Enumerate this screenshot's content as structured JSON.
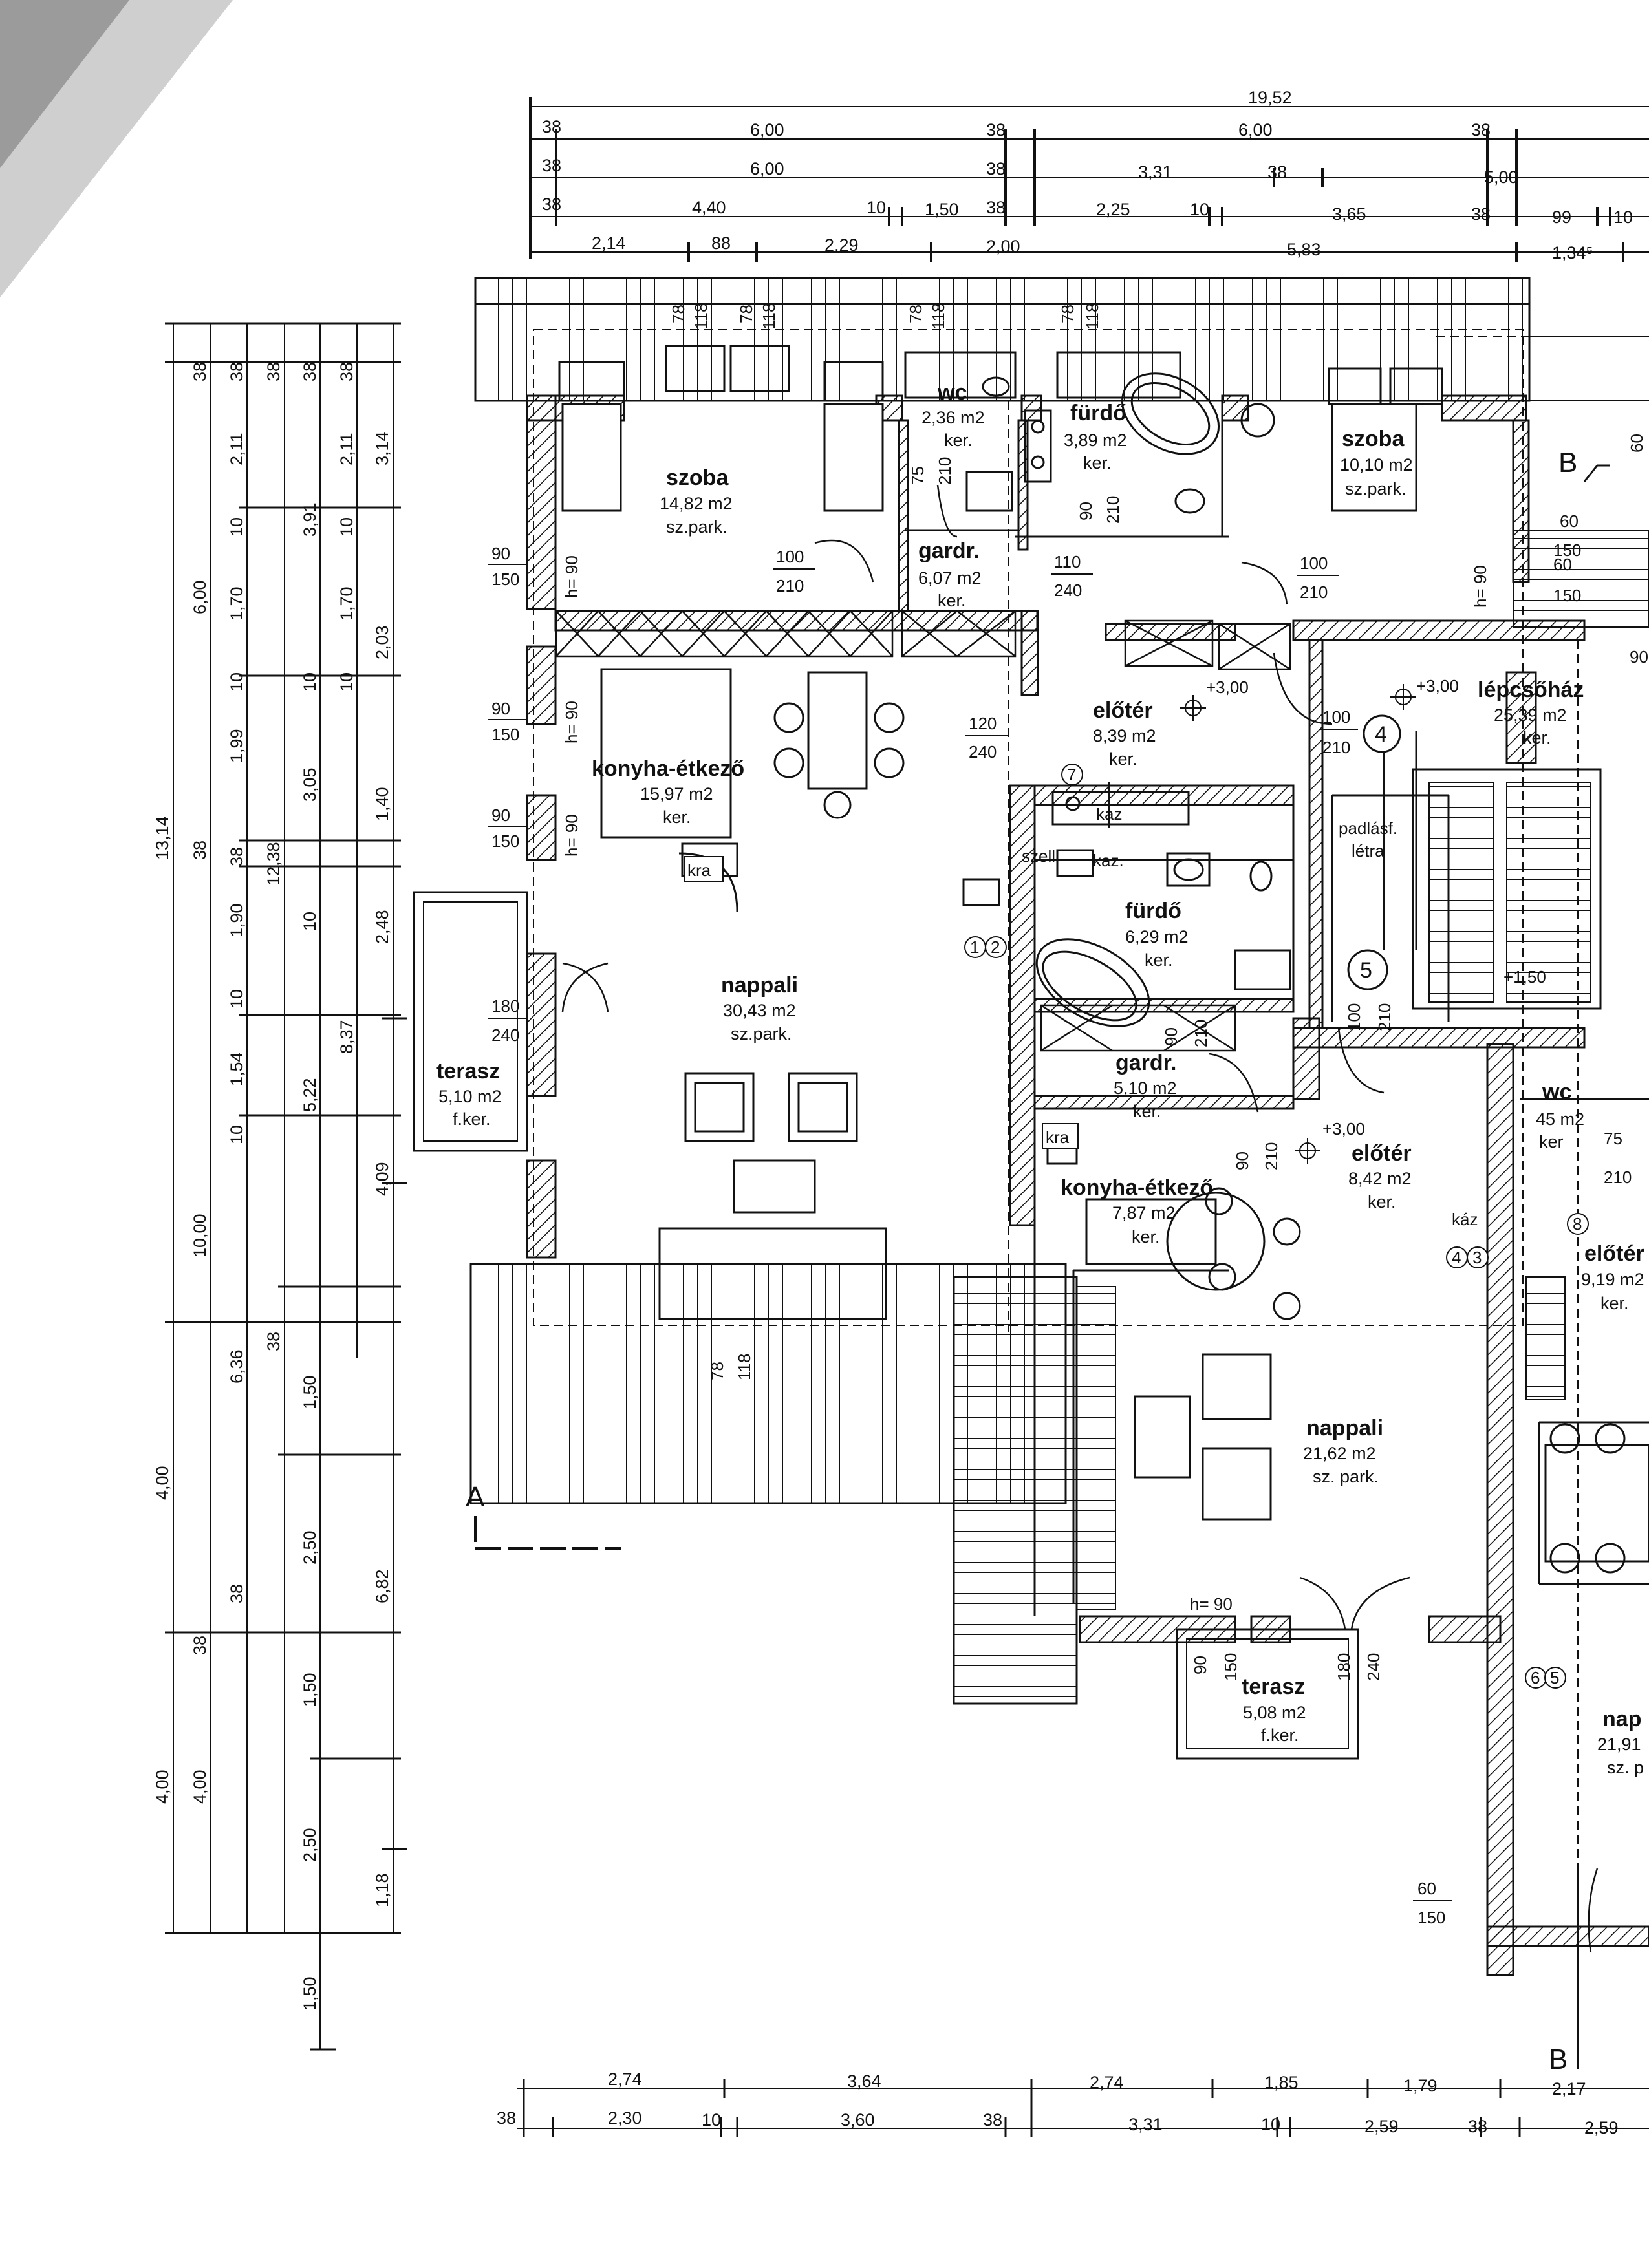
{
  "dimensions": {
    "top_total": "19,52",
    "top_row1": [
      "38",
      "6,00",
      "38",
      "6,00",
      "38"
    ],
    "top_row2": [
      "38",
      "6,00",
      "38",
      "3,31",
      "38",
      "5,00"
    ],
    "top_row3": [
      "38",
      "4,40",
      "10",
      "1,50",
      "38",
      "2,25",
      "10",
      "3,65",
      "38",
      "99",
      "10"
    ],
    "top_row4": [
      "2,14",
      "88",
      "2,29",
      "2,00",
      "5,83",
      "1,34⁵"
    ],
    "bottom_row1": [
      "2,74",
      "3,64",
      "2,74",
      "1,85",
      "1,79",
      "2,17"
    ],
    "bottom_row2": [
      "38",
      "2,30",
      "10",
      "3,60",
      "38",
      "3,31",
      "10",
      "2,59",
      "38",
      "2,59"
    ],
    "left_col1": [
      "6,00",
      "13,14",
      "10,00",
      "4,00",
      "4,00"
    ],
    "left_col2": [
      "38",
      "38",
      "6,36",
      "38",
      "4,00"
    ],
    "left_col3": [
      "38",
      "2,11",
      "10",
      "1,70",
      "10",
      "1,99",
      "38",
      "1,90",
      "10",
      "1,54",
      "10",
      "38"
    ],
    "left_col4": [
      "38",
      "12,38",
      "1,50",
      "2,50",
      "1,50",
      "2,50",
      "1,50"
    ],
    "left_col5": [
      "38",
      "3,91",
      "10",
      "3,05",
      "10",
      "5,22",
      "38"
    ],
    "left_col6": [
      "38",
      "2,11",
      "10",
      "1,70",
      "10",
      "8,37"
    ],
    "left_col7": [
      "3,14",
      "2,03",
      "1,40",
      "2,48",
      "4,09",
      "6,82",
      "1,18"
    ]
  },
  "rooms": [
    {
      "name": "szoba",
      "area": "14,82 m2",
      "floor": "sz.park."
    },
    {
      "name": "wc",
      "area": "2,36 m2",
      "floor": "ker."
    },
    {
      "name": "fürdő",
      "area": "3,89 m2",
      "floor": "ker."
    },
    {
      "name": "szoba",
      "area": "10,10 m2",
      "floor": "sz.park."
    },
    {
      "name": "gardr.",
      "area": "6,07 m2",
      "floor": "ker."
    },
    {
      "name": "előtér",
      "area": "8,39 m2",
      "floor": "ker."
    },
    {
      "name": "lépcsőház",
      "area": "25,39 m2",
      "floor": "ker."
    },
    {
      "name": "konyha-étkező",
      "area": "15,97 m2",
      "floor": "ker."
    },
    {
      "name": "fürdő",
      "area": "6,29 m2",
      "floor": "ker."
    },
    {
      "name": "nappali",
      "area": "30,43 m2",
      "floor": "sz.park."
    },
    {
      "name": "gardr.",
      "area": "5,10 m2",
      "floor": "ker."
    },
    {
      "name": "terasz",
      "area": "5,10 m2",
      "floor": "f.ker."
    },
    {
      "name": "előtér",
      "area": "8,42 m2",
      "floor": "ker."
    },
    {
      "name": "konyha-étkező",
      "area": "7,87 m2",
      "floor": "ker."
    },
    {
      "name": "előtér",
      "area": "9,19 m2",
      "floor": "ker."
    },
    {
      "name": "nappali",
      "area": "21,62 m2",
      "floor": "sz. park."
    },
    {
      "name": "terasz",
      "area": "5,08 m2",
      "floor": "f.ker."
    },
    {
      "name": "nap",
      "area": "21,91",
      "floor": "sz. p"
    },
    {
      "name": "wc",
      "area": "45 m2",
      "floor": "ker"
    }
  ],
  "openings": {
    "w1": [
      "90",
      "150"
    ],
    "w2": [
      "90",
      "150"
    ],
    "w3": [
      "90",
      "150"
    ],
    "d1": [
      "100",
      "210"
    ],
    "d2": [
      "110",
      "240"
    ],
    "d3": [
      "100",
      "210"
    ],
    "d4": [
      "120",
      "240"
    ],
    "d5": [
      "100",
      "210"
    ],
    "d6": [
      "180",
      "240"
    ],
    "d7": [
      "100",
      "210"
    ],
    "d8": [
      "90",
      "150"
    ],
    "d9": [
      "180",
      "240"
    ],
    "d10": [
      "60",
      "150"
    ],
    "d11": [
      "60",
      "150"
    ],
    "d12": [
      "60",
      "150"
    ],
    "sill": "h= 90",
    "v1": [
      "75",
      "210"
    ],
    "v2": [
      "90",
      "210"
    ],
    "v3": [
      "90",
      "210"
    ],
    "v4": [
      "90",
      "210"
    ],
    "v5": [
      "78",
      "118"
    ],
    "v6": [
      "60",
      "150"
    ],
    "v7": [
      "75",
      "210"
    ]
  },
  "labels": {
    "kra": "kra",
    "kaz": "kaz",
    "kaz2": "kaz.",
    "szell": "szell",
    "padlas": "padlásf.",
    "letra": "létra",
    "lvl1": "+3,00",
    "lvl2": "+3,00",
    "lvl3": "+3,00",
    "lvl4": "+1,50",
    "kaz3": "káz",
    "num4": "4",
    "num5": "5",
    "n7": "7",
    "n8": "8",
    "n12a": "1",
    "n12b": "2",
    "n34a": "4",
    "n34b": "3",
    "n65a": "6",
    "n65b": "5",
    "secA": "A",
    "secB": "B",
    "secB2": "B",
    "sz90": "90"
  }
}
